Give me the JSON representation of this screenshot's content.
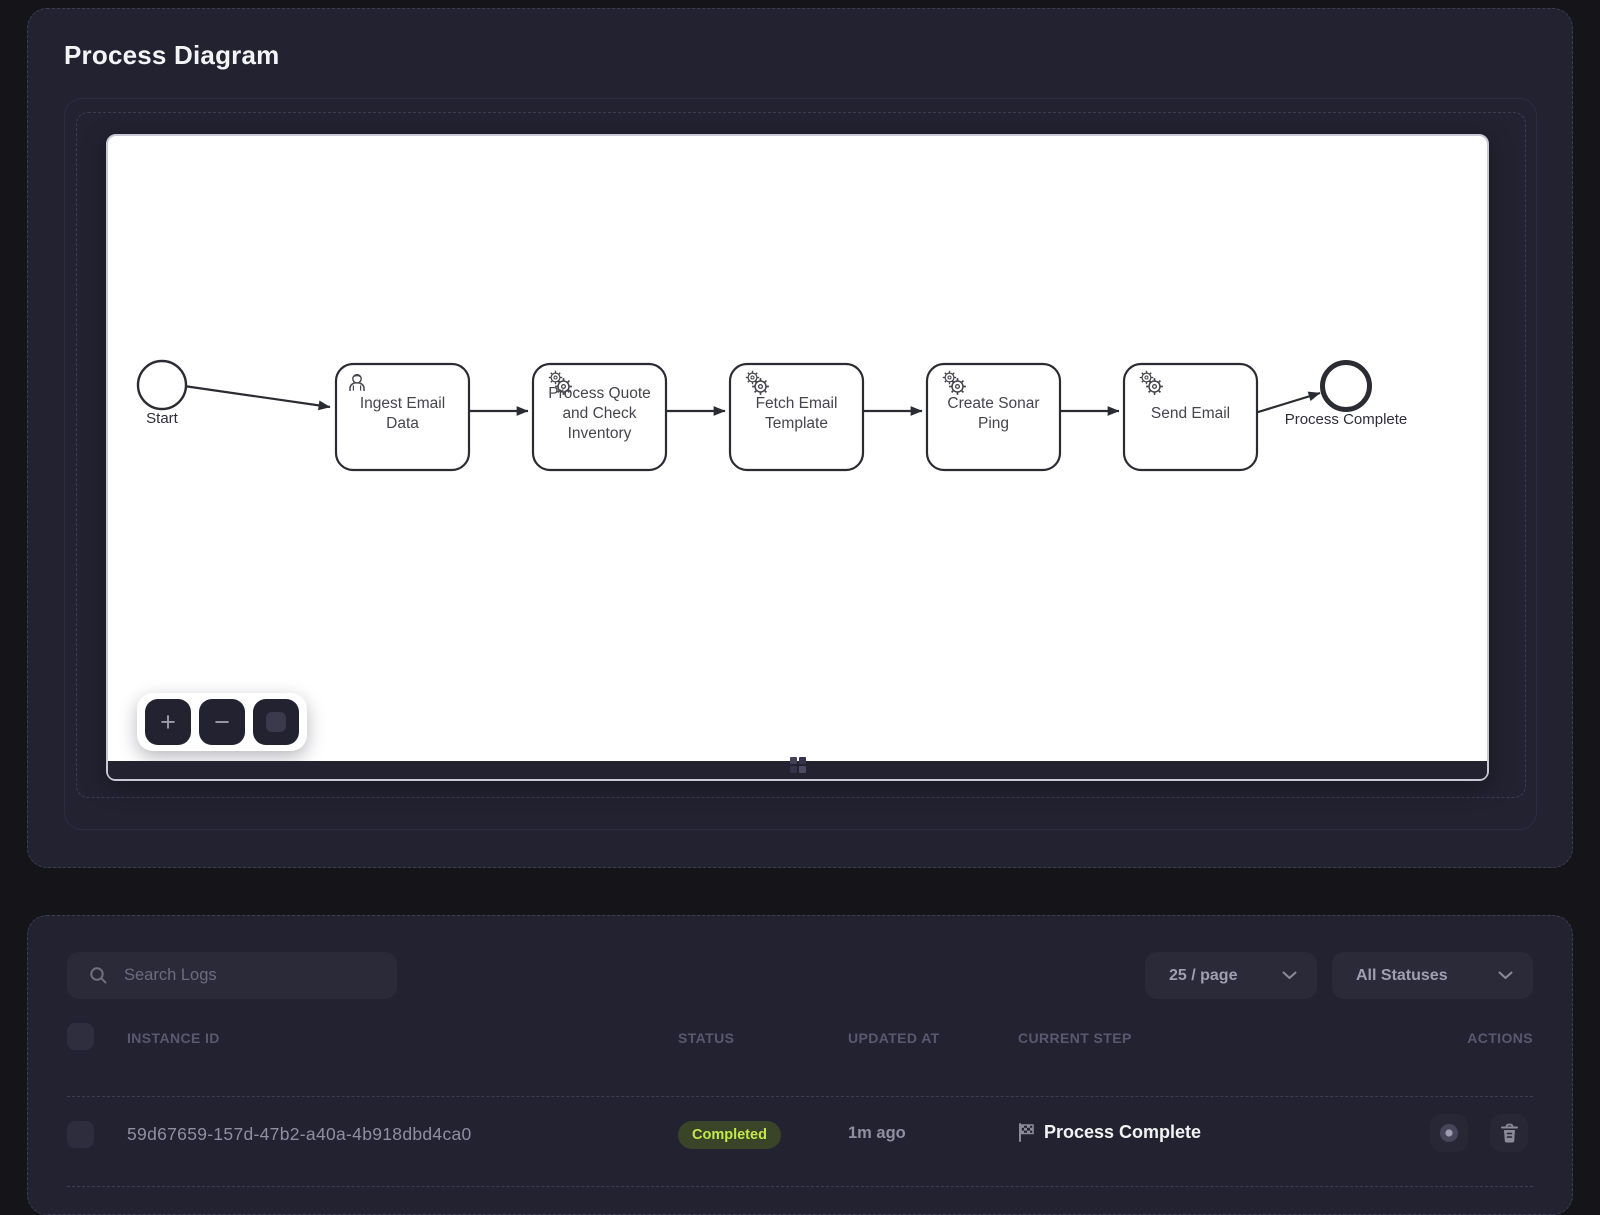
{
  "page": {
    "title": "Process Diagram"
  },
  "diagram": {
    "start_label": "Start",
    "end_label": "Process Complete",
    "tasks": [
      {
        "type": "user",
        "lines": [
          "Ingest Email",
          "Data"
        ]
      },
      {
        "type": "service",
        "lines": [
          "Process Quote",
          "and Check",
          "Inventory"
        ]
      },
      {
        "type": "service",
        "lines": [
          "Fetch Email",
          "Template"
        ]
      },
      {
        "type": "service",
        "lines": [
          "Create Sonar",
          "Ping"
        ]
      },
      {
        "type": "service",
        "lines": [
          "Send Email"
        ]
      }
    ],
    "controls": {
      "zoom_in": "+",
      "zoom_out": "−"
    }
  },
  "logs": {
    "search_placeholder": "Search Logs",
    "page_size": "25 / page",
    "status_filter": "All Statuses",
    "columns": [
      "INSTANCE ID",
      "STATUS",
      "UPDATED AT",
      "CURRENT STEP",
      "ACTIONS"
    ],
    "rows": [
      {
        "instance_id": "59d67659-157d-47b2-a40a-4b918dbd4ca0",
        "status": "Completed",
        "updated_at": "1m ago",
        "current_step": "Process Complete"
      }
    ]
  },
  "colors": {
    "status_completed_text": "#c3e84a",
    "status_completed_bg": "#394429",
    "card_bg": "#232231",
    "canvas_bg": "#ffffff"
  }
}
